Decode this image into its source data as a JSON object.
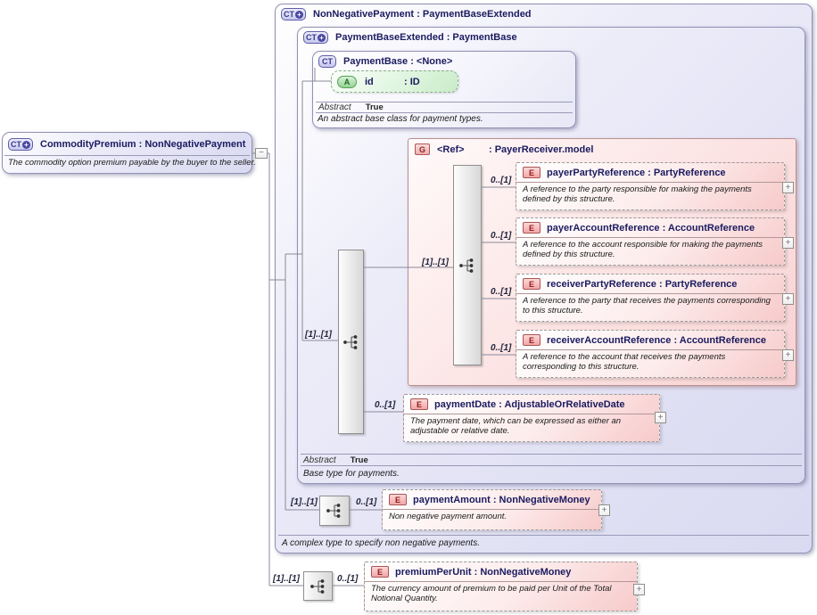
{
  "types": {
    "commodity_premium": {
      "title": "CommodityPremium : NonNegativePayment",
      "annotation": "The commodity option premium payable by the buyer to the seller."
    },
    "non_negative_payment": {
      "title": "NonNegativePayment : PaymentBaseExtended",
      "annotation": "A complex type to specify non negative payments."
    },
    "payment_base_extended": {
      "title": "PaymentBaseExtended : PaymentBase",
      "abstract_label": "Abstract",
      "abstract_value": "True",
      "annotation": "Base type for payments."
    },
    "payment_base": {
      "title": "PaymentBase : <None>",
      "abstract_label": "Abstract",
      "abstract_value": "True",
      "annotation": "An abstract base class for payment types."
    }
  },
  "attribute_id": {
    "name": "id",
    "type": ": ID"
  },
  "group_payer_receiver": {
    "name": "<Ref>",
    "type": ": PayerReceiver.model"
  },
  "elements": {
    "payer_party": {
      "title": "payerPartyReference : PartyReference",
      "annotation": "A reference to the party responsible for making the payments defined by this structure."
    },
    "payer_account": {
      "title": "payerAccountReference : AccountReference",
      "annotation": "A reference to the account responsible for making the payments defined by this structure."
    },
    "receiver_party": {
      "title": "receiverPartyReference : PartyReference",
      "annotation": "A reference to the party that receives the payments corresponding to this structure."
    },
    "receiver_account": {
      "title": "receiverAccountReference : AccountReference",
      "annotation": "A reference to the account that receives the payments corresponding to this structure."
    },
    "payment_date": {
      "title": "paymentDate : AdjustableOrRelativeDate",
      "annotation": "The payment date, which can be expressed as either an adjustable or relative date."
    },
    "payment_amount": {
      "title": "paymentAmount : NonNegativeMoney",
      "annotation": "Non negative payment amount."
    },
    "premium_per_unit": {
      "title": "premiumPerUnit : NonNegativeMoney",
      "annotation": "The currency amount of premium to be paid per Unit of the Total Notional Quantity."
    }
  },
  "cardinalities": {
    "required": "[1]..[1]",
    "optional": "0..[1]"
  },
  "icon_labels": {
    "complex_type": "CT",
    "attribute": "A",
    "group": "G",
    "element": "E"
  },
  "symbols": {
    "expand": "+",
    "collapse": "−"
  },
  "colors": {
    "lavender_fill": "#d9d9f1",
    "pink_fill": "#f8d2d2",
    "green_fill": "#c9ecc9",
    "header_text": "#1b1b60",
    "wire": "#8a8a9a"
  }
}
